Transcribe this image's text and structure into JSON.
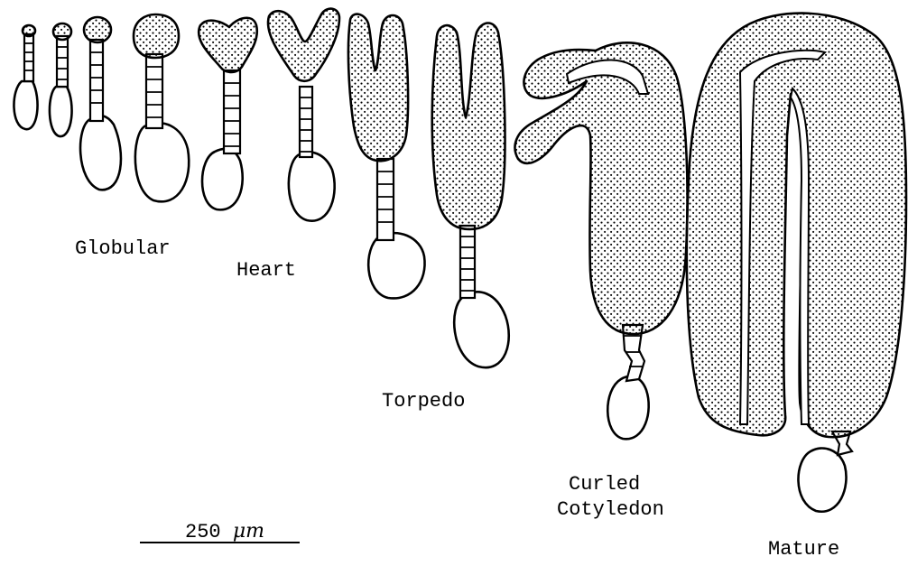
{
  "figure": {
    "labels": {
      "globular": "Globular",
      "heart": "Heart",
      "torpedo": "Torpedo",
      "curled_line1": "Curled",
      "curled_line2": "Cotyledon",
      "mature": "Mature"
    },
    "scale_bar": {
      "text": "250",
      "unit": "μm"
    }
  }
}
